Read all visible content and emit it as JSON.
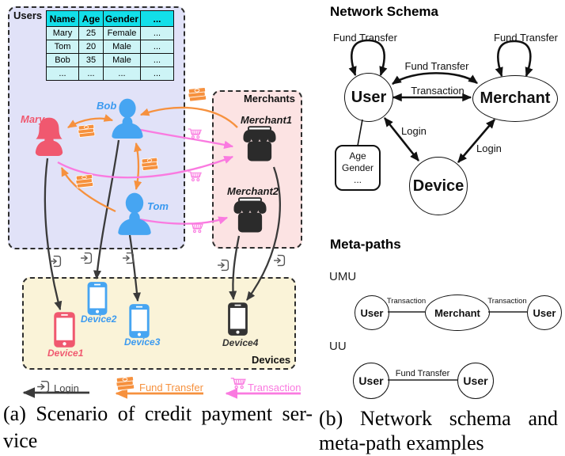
{
  "figure": {
    "panel_a": {
      "users_panel_label": "Users",
      "merchants_panel_label": "Merchants",
      "devices_panel_label": "Devices",
      "table": {
        "headers": [
          "Name",
          "Age",
          "Gender",
          "..."
        ],
        "rows": [
          [
            "Mary",
            "25",
            "Female",
            "..."
          ],
          [
            "Tom",
            "20",
            "Male",
            "..."
          ],
          [
            "Bob",
            "35",
            "Male",
            "..."
          ],
          [
            "...",
            "...",
            "...",
            "..."
          ]
        ]
      },
      "users": {
        "mary": "Mary",
        "bob": "Bob",
        "tom": "Tom"
      },
      "merchants": {
        "merchant1": "Merchant1",
        "merchant2": "Merchant2"
      },
      "devices": {
        "device1": "Device1",
        "device2": "Device2",
        "device3": "Device3",
        "device4": "Device4"
      },
      "legend": {
        "login": "Login",
        "fund_transfer": "Fund Transfer",
        "transaction": "Transaction"
      },
      "caption_line1": "(a) Scenario of credit payment ser-",
      "caption_line2": "vice"
    },
    "panel_b": {
      "network_schema": {
        "title": "Network Schema",
        "nodes": {
          "user": "User",
          "merchant": "Merchant",
          "device": "Device"
        },
        "attributes": [
          "Age",
          "Gender",
          "..."
        ],
        "edge_labels": {
          "user_self_loop": "Fund Transfer",
          "merchant_self_loop": "Fund Transfer",
          "user_merchant_curved": "Fund Transfer",
          "user_merchant_straight": "Transaction",
          "user_device": "Login",
          "merchant_device": "Login"
        }
      },
      "meta_paths": {
        "title": "Meta-paths",
        "umu": {
          "label": "UMU",
          "nodes": [
            "User",
            "Merchant",
            "User"
          ],
          "edge_labels": [
            "Transaction",
            "Transaction"
          ]
        },
        "uu": {
          "label": "UU",
          "nodes": [
            "User",
            "User"
          ],
          "edge_labels": [
            "Fund Transfer"
          ]
        }
      },
      "caption_line1": "(b) Network schema and",
      "caption_line2": "meta-path examples"
    },
    "colors": {
      "users_panel_bg": "#e1e2f8",
      "merchants_panel_bg": "#fce3e3",
      "devices_panel_bg": "#faf3d8",
      "table_header_bg": "#12dfe9",
      "table_cell_bg": "#cdf4f6",
      "female_pink": "#f0586f",
      "male_blue": "#46a5f2",
      "blue_label": "#3b9af0",
      "merchant_dark": "#2b2b2b",
      "device4_dark": "#333333",
      "fund_transfer_orange": "#f6913e",
      "transaction_pink": "#fa7ae0",
      "login_gray": "#333333"
    },
    "icons": [
      "female-user-icon",
      "male-user-icon",
      "storefront-icon",
      "smartphone-icon",
      "banknotes-icon",
      "shopping-cart-icon",
      "login-icon"
    ]
  }
}
